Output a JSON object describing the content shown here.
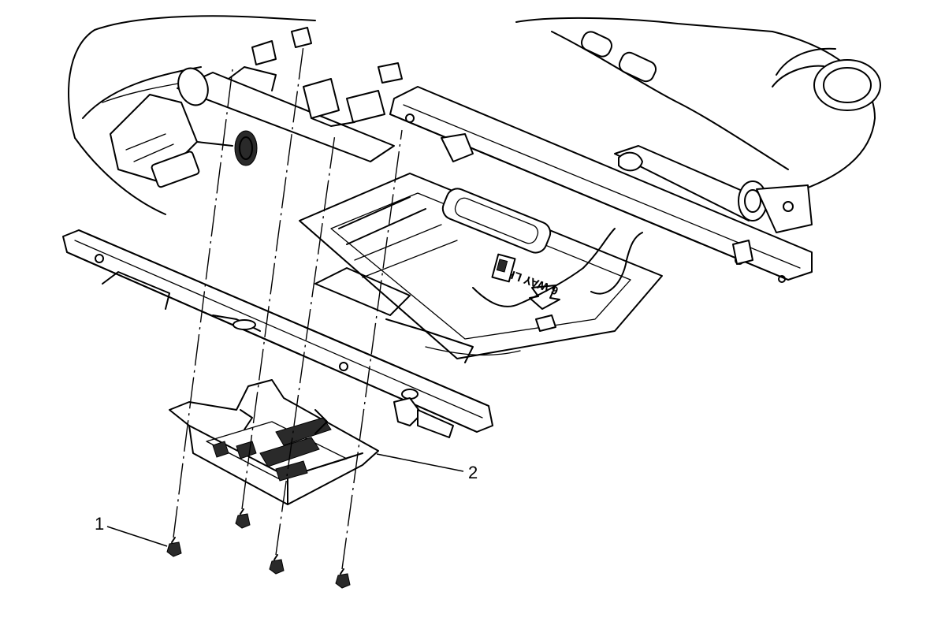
{
  "callouts": [
    {
      "id": "1",
      "label": "1"
    },
    {
      "id": "2",
      "label": "2"
    }
  ],
  "embossed_text": "6 WAY LH"
}
